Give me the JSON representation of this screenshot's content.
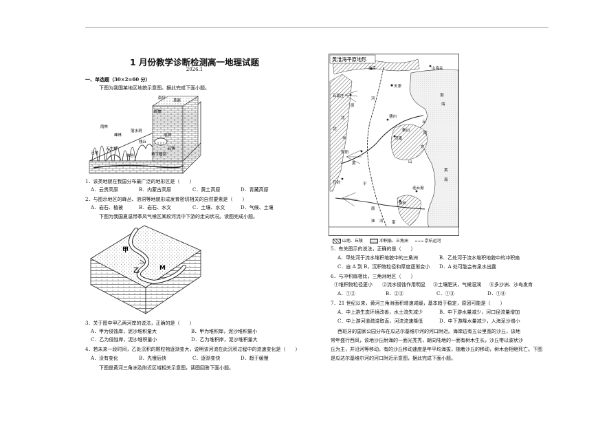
{
  "header": {
    "title": "1 月份教学诊断检测高一地理试题",
    "date": "2026.1"
  },
  "section1": {
    "heading": "一、单选题（30×2=60 分）"
  },
  "intro1": "下图为我国某地区地貌示意图。据此完成下面小题。",
  "figure1": {
    "labels": [
      "雨林",
      "南坪",
      "草原",
      "断崖",
      "峰林",
      "溶洞",
      "地下暗河",
      "天生桥",
      "落水洞",
      "洼地",
      "峡谷",
      "石笋",
      "残丘"
    ]
  },
  "q1": {
    "stem": "1．该类地貌在我国分布最广泛的地形区是（　　）",
    "options": [
      "A．云贵高原",
      "B．内蒙古高原",
      "C．黄土高原",
      "D．青藏高原"
    ]
  },
  "q2": {
    "stem": "2．与图示地区的峰丛、溶洞等地貌形成发育密切相关的自然要素是（　　）",
    "options": [
      "A．岩石、植被",
      "B．岩石、水文",
      "C．土壤、水文",
      "D．气候、土壤"
    ]
  },
  "intro2": "下图为我国夏温带季风气候区某段河流中下游的走向状况。读图完成小题。",
  "figure2": {
    "labels": [
      "甲",
      "乙",
      "M"
    ]
  },
  "q3": {
    "stem": "3．关于图中甲乙两河岸的说法，正确的是（　　）",
    "options": [
      "A．甲为侵蚀岸，泥沙堆积量大",
      "B．甲为堆积岸，泥沙堆积量小",
      "C．乙为侵蚀岸，泥沙堆积量小",
      "D．乙为堆积岸，泥沙堆积量大"
    ]
  },
  "q4": {
    "stem": "4．若未来一段时间，乙处沉积的颗粒物逐渐变大，说明该河流在此沉积过程中的流速变化是（　　）",
    "options": [
      "A．没有变化",
      "B．先慢后快",
      "C．逐渐变快",
      "D．趋于缓慢"
    ]
  },
  "intro3": "下图是黄河三角洲及附近区域相关示意图，读图回答下面小题。",
  "map": {
    "title": "黄淮海平原地形",
    "labels": [
      "北京",
      "天津",
      "山海关",
      "渤",
      "海",
      "石家庄",
      "河",
      "原",
      "德州",
      "泰山",
      "东",
      "济南",
      "安阳",
      "黄",
      "山",
      "开封",
      "平",
      "原",
      "徐州",
      "淮",
      "河",
      "南",
      "黄",
      "海",
      "连云港",
      "北",
      "丘",
      "陵",
      "北",
      "华"
    ],
    "legend": [
      "山地、丘陵",
      "冲积扇、三角洲",
      "京杭运河"
    ]
  },
  "q5": {
    "stem": "5．有关图示的说法，正确的是（　　）",
    "options": [
      "A．甲处河于流水堆积地貌中的三角洲",
      "B．乙处河于流水堆积地貌中的冲积扇",
      "C．自 A 到 B，沉积物粒径和厚度逐渐变小",
      "D．A 处可能会有泉水出露"
    ]
  },
  "q6": {
    "stem": "6．与冲积扇相比，三角洲地区（　　）",
    "items": [
      "①堆积物粒径更小",
      "②流水侵蚀作用明显",
      "③土壤肥沃，气候湿润",
      "④多沙洲、沙岛发育"
    ],
    "options": [
      "A．①②",
      "B．②③",
      "C．①③",
      "D．①④"
    ]
  },
  "q7": {
    "stem": "7．21 世纪以来，黄河三角洲面积增速减缓，基本趋于稳定，原因可能是（　　）",
    "options": [
      "A．中上游生态环境改善，水土流失减少",
      "B．中下游水量减少，河口径流量增加",
      "C．中上游河道疏浚取直，河流流速降低",
      "D．中下游降水量减少，入海泥沙增小"
    ]
  },
  "passage": [
    "西班牙的国家公园分布在瓜达尔基维尔河的河口附近。海岸边有五公里宽的沙丘，该地",
    "常年盛行西风，该地沙丘耐海的一面光秃秃，朝向陆地的一面有树木生长，沙丘带以波状沙",
    "丘为主，并沿河等移动，有的沙丘移动速度是年平均海拔，随着沙丘的移动，树木会相继死亡。下图",
    "是瓜达尔基维尔河的河口附近示意图，据此完成下面小题。"
  ],
  "colors": {
    "rule": "#9a9a9a",
    "ink": "#111111",
    "hatch": "#555555"
  }
}
